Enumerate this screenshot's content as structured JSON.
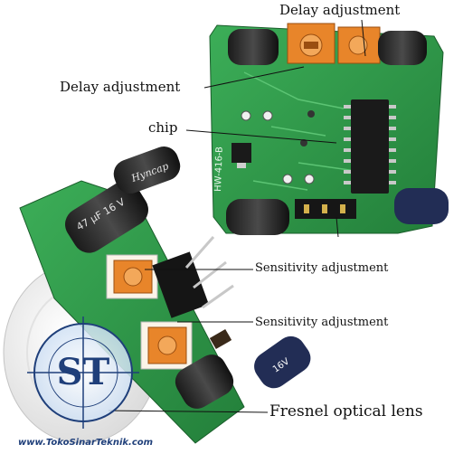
{
  "callouts": {
    "delay_top": "Delay adjustment",
    "delay_left": "Delay adjustment",
    "chip": "chip",
    "sensitivity_1": "Sensitivity adjustment",
    "sensitivity_2": "Sensitivity adjustment",
    "fresnel": "Fresnel optical lens"
  },
  "board_markings": {
    "model": "HW-416-B",
    "cap_value": "47 μF 16 V",
    "cap_brand": "Hyncap",
    "cap_label_small": "16V"
  },
  "watermark": {
    "logo_text": "ST",
    "url": "www.TokoSinarTeknik.com"
  },
  "colors": {
    "pcb_green": "#2e9a4a",
    "potentiometer_orange": "#e8852a",
    "label_text": "#111111",
    "logo_blue": "#1f3f7a"
  }
}
